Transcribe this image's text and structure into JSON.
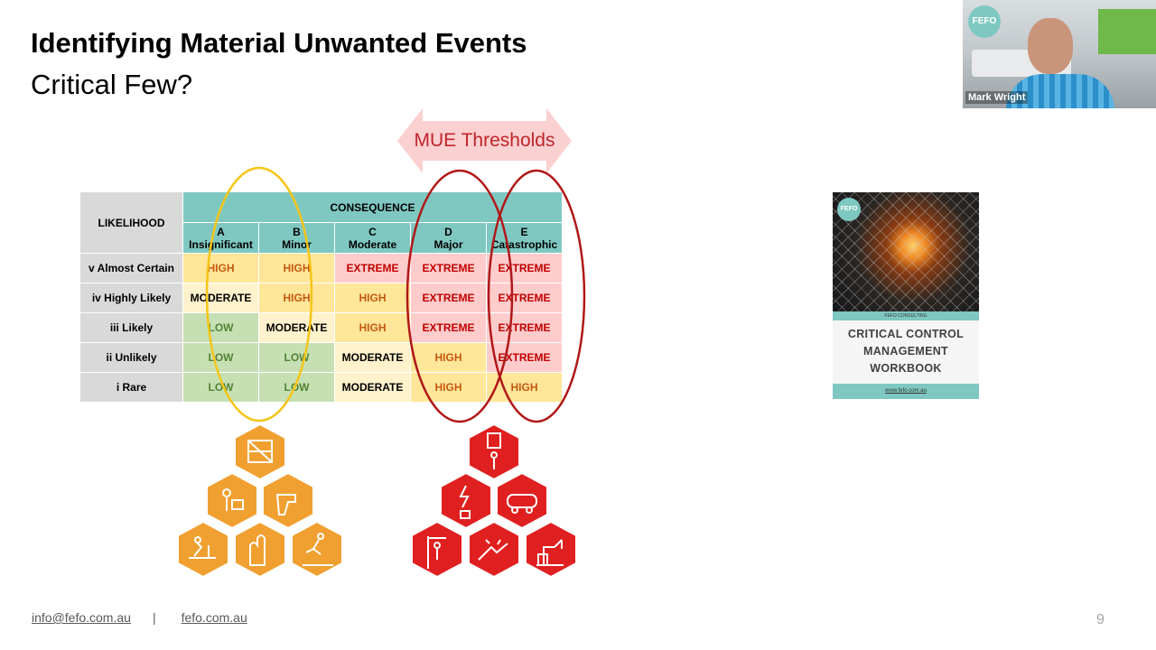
{
  "slide": {
    "title": "Identifying Material Unwanted Events",
    "subtitle": "Critical Few?",
    "threshold_label": "MUE Thresholds",
    "page_number": "9"
  },
  "matrix": {
    "likelihood_header": "LIKELIHOOD",
    "consequence_header": "CONSEQUENCE",
    "columns": [
      {
        "letter": "A",
        "name": "Insignificant"
      },
      {
        "letter": "B",
        "name": "Minor"
      },
      {
        "letter": "C",
        "name": "Moderate"
      },
      {
        "letter": "D",
        "name": "Major"
      },
      {
        "letter": "E",
        "name": "Catastrophic"
      }
    ],
    "rows": [
      {
        "label": "v Almost Certain",
        "cells": [
          "HIGH",
          "HIGH",
          "EXTREME",
          "EXTREME",
          "EXTREME"
        ]
      },
      {
        "label": "iv Highly Likely",
        "cells": [
          "MODERATE",
          "HIGH",
          "HIGH",
          "EXTREME",
          "EXTREME"
        ]
      },
      {
        "label": "iii Likely",
        "cells": [
          "LOW",
          "MODERATE",
          "HIGH",
          "EXTREME",
          "EXTREME"
        ]
      },
      {
        "label": "ii Unlikely",
        "cells": [
          "LOW",
          "LOW",
          "MODERATE",
          "HIGH",
          "EXTREME"
        ]
      },
      {
        "label": "i Rare",
        "cells": [
          "LOW",
          "LOW",
          "MODERATE",
          "HIGH",
          "HIGH"
        ]
      }
    ]
  },
  "book": {
    "logo": "FEFO",
    "band_text": "FEFO CONSULTING",
    "title_lines": [
      "CRITICAL CONTROL",
      "MANAGEMENT",
      "WORKBOOK"
    ],
    "url": "www.fefo.com.au"
  },
  "video": {
    "presenter_name": "Mark Wright",
    "logo": "FEFO"
  },
  "footer": {
    "email": "info@fefo.com.au",
    "separator": "|",
    "website": "fefo.com.au"
  },
  "colors": {
    "orange": "#f0a030",
    "red": "#e02020",
    "teal": "#7fc8c2",
    "oval_yellow": "#f5c518",
    "oval_red": "#b01818"
  },
  "icons": {
    "orange_group": [
      "scaffold-icon",
      "worker-box-icon",
      "drill-icon",
      "worker-desk-icon",
      "gloves-icon",
      "slip-fall-icon"
    ],
    "red_group": [
      "permit-icon",
      "electrical-icon",
      "vehicle-icon",
      "fall-height-icon",
      "explosion-icon",
      "crane-icon"
    ]
  }
}
